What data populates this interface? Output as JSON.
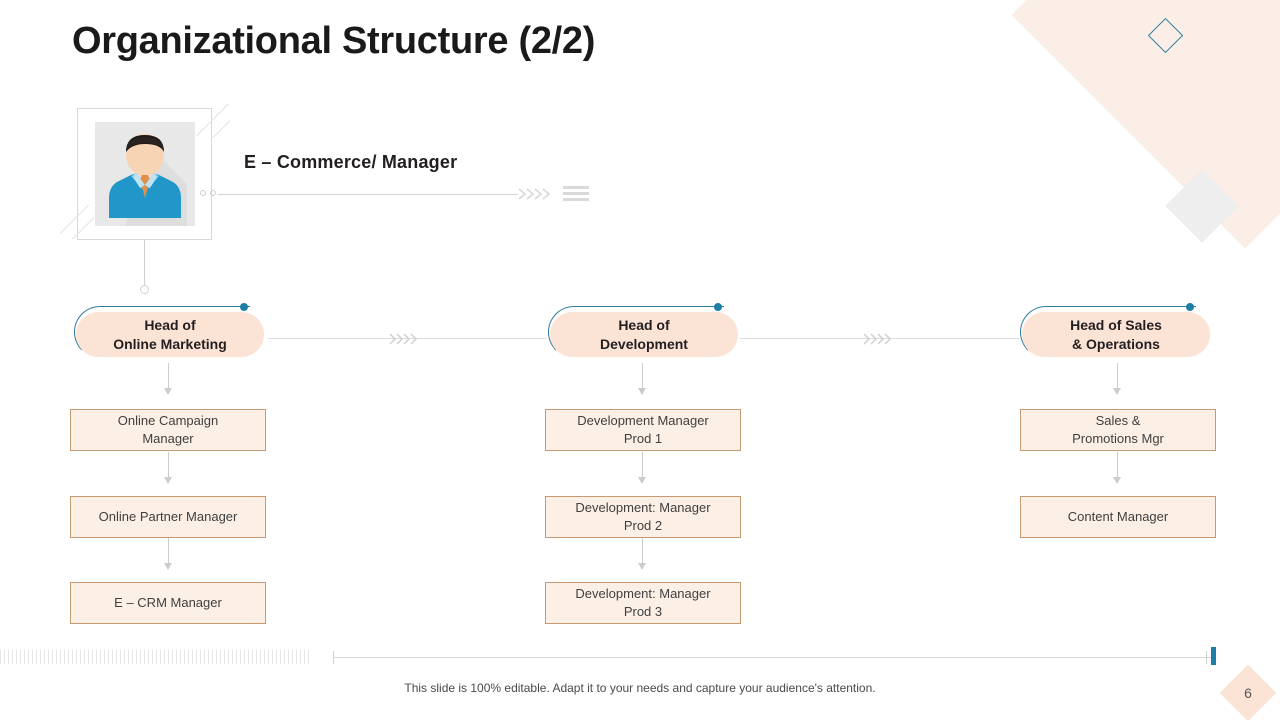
{
  "slide": {
    "title": "Organizational Structure (2/2)",
    "page_number": "6",
    "footer_note": "This slide is 100% editable. Adapt it to your needs and capture your audience's attention.",
    "accent_blue": "#1d7fa8",
    "accent_peach": "#fbe3d6",
    "box_fill": "#fcefe6",
    "box_border": "#c79a73"
  },
  "top_manager": {
    "label": "E – Commerce/ Manager",
    "avatar_alt": "businessman-avatar"
  },
  "branches": [
    {
      "head": {
        "line1": "Head of",
        "line2": "Online Marketing"
      },
      "reports": [
        {
          "line1": "Online Campaign",
          "line2": "Manager"
        },
        {
          "line1": "Online Partner Manager",
          "line2": ""
        },
        {
          "line1": "E – CRM Manager",
          "line2": ""
        }
      ]
    },
    {
      "head": {
        "line1": "Head of",
        "line2": "Development"
      },
      "reports": [
        {
          "line1": "Development Manager",
          "line2": "Prod 1"
        },
        {
          "line1": "Development: Manager",
          "line2": "Prod 2"
        },
        {
          "line1": "Development: Manager",
          "line2": "Prod 3"
        }
      ]
    },
    {
      "head": {
        "line1": "Head of Sales",
        "line2": "& Operations"
      },
      "reports": [
        {
          "line1": "Sales &",
          "line2": "Promotions Mgr"
        },
        {
          "line1": "Content Manager",
          "line2": ""
        }
      ]
    }
  ]
}
